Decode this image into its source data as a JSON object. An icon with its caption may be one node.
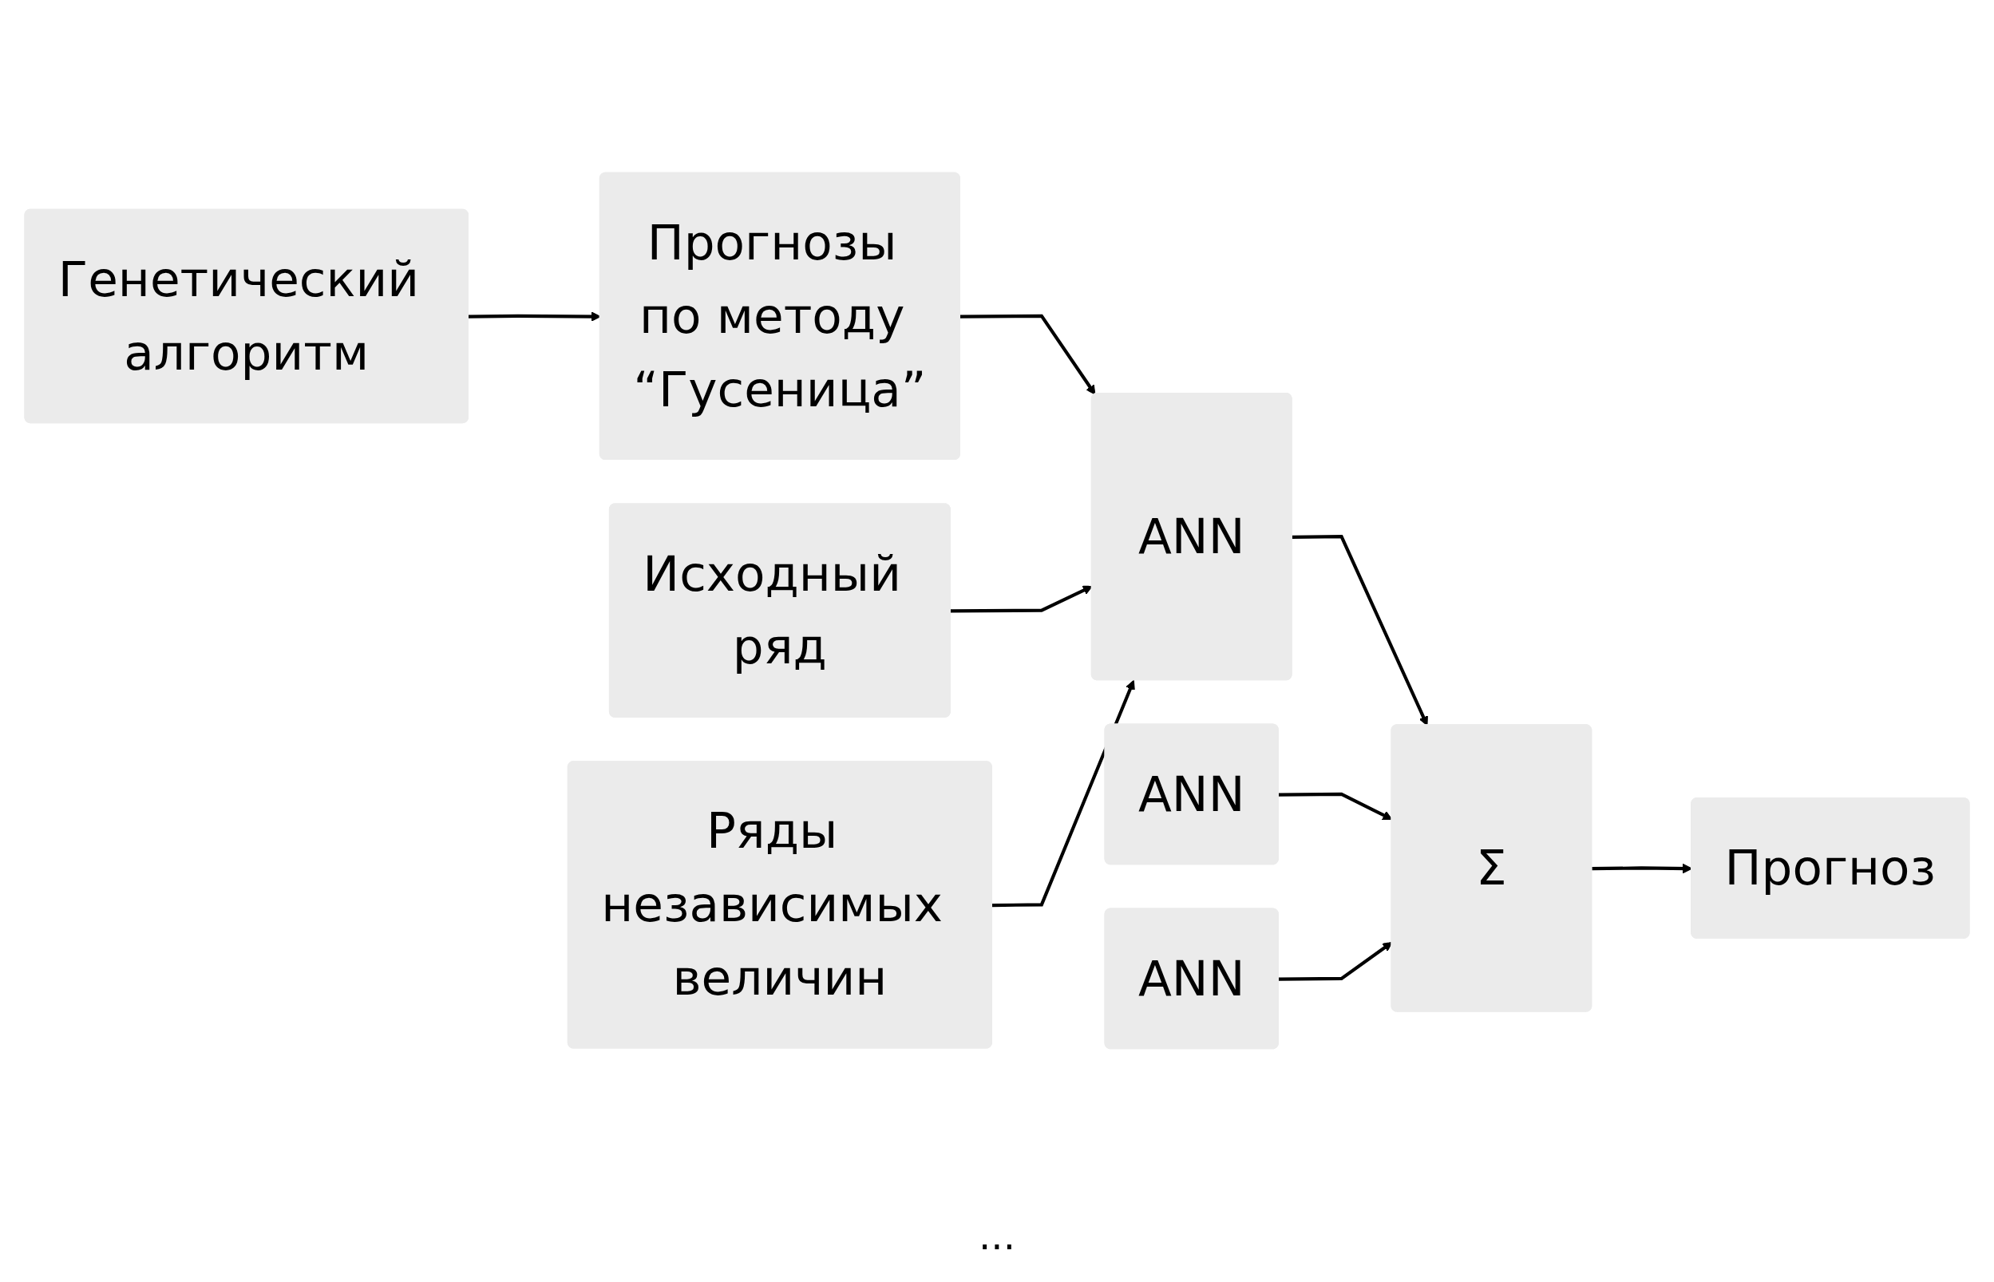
{
  "diagram": {
    "nodes": [
      {
        "text": [
          "Генетический алгоритм"
        ]
      },
      {
        "text": [
          "Прогнозы по методу “Гусеница”"
        ]
      },
      {
        "text": [
          "Исходный ряд"
        ]
      },
      {
        "text": [
          "Ряды независимых величин"
        ]
      },
      {
        "text": [
          "ANN"
        ]
      },
      {
        "text": [
          "ANN"
        ]
      },
      {
        "text": [
          "ANN"
        ]
      },
      {
        "text": [
          "Σ"
        ]
      },
      {
        "text": [
          "Прогноз"
        ]
      }
    ],
    "edges": [
      {
        "from": 0,
        "to": 1,
        "arrow": "to"
      },
      {
        "from": 1,
        "to": 4,
        "arrow": "to"
      },
      {
        "from": 2,
        "to": 4,
        "arrow": "to"
      },
      {
        "from": 3,
        "to": 4,
        "arrow": "to"
      },
      {
        "from": 4,
        "to": 7,
        "arrow": "to"
      },
      {
        "from": 5,
        "to": 7,
        "arrow": "to"
      },
      {
        "from": 6,
        "to": 7,
        "arrow": "to"
      },
      {
        "from": 7,
        "to": 8,
        "arrow": "to"
      }
    ],
    "labels": [
      "..."
    ]
  }
}
